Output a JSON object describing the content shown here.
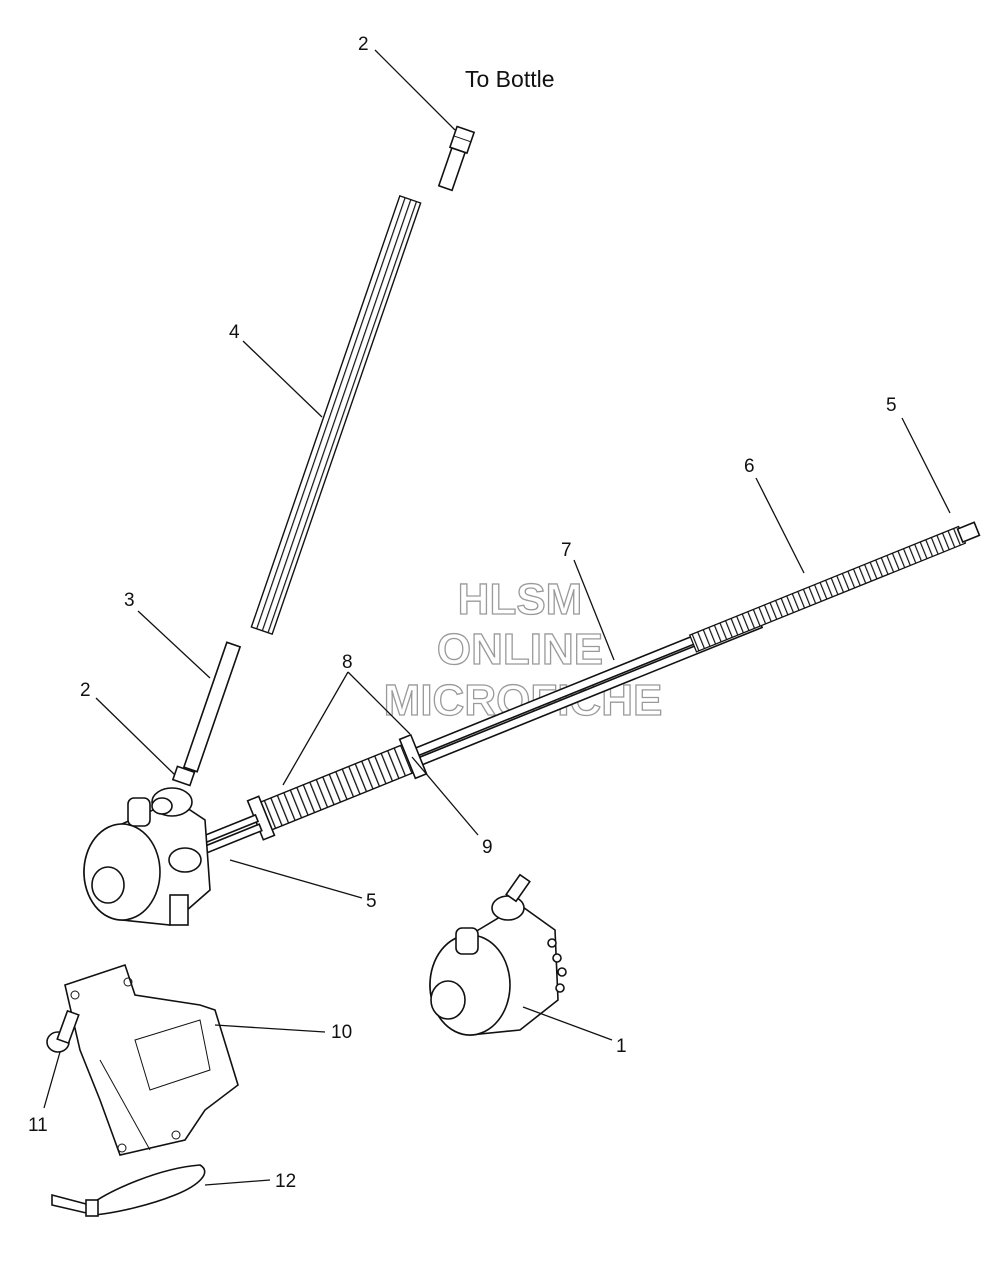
{
  "note": "To Bottle",
  "watermark": [
    "HLSM",
    "ONLINE",
    "MICROFICHE"
  ],
  "callouts": [
    {
      "id": "c2-top",
      "label": "2"
    },
    {
      "id": "c4",
      "label": "4"
    },
    {
      "id": "c3",
      "label": "3"
    },
    {
      "id": "c2-left",
      "label": "2"
    },
    {
      "id": "c8",
      "label": "8"
    },
    {
      "id": "c7",
      "label": "7"
    },
    {
      "id": "c6",
      "label": "6"
    },
    {
      "id": "c5-right",
      "label": "5"
    },
    {
      "id": "c9",
      "label": "9"
    },
    {
      "id": "c5-bottom",
      "label": "5"
    },
    {
      "id": "c10",
      "label": "10"
    },
    {
      "id": "c11",
      "label": "11"
    },
    {
      "id": "c1",
      "label": "1"
    },
    {
      "id": "c12",
      "label": "12"
    }
  ]
}
